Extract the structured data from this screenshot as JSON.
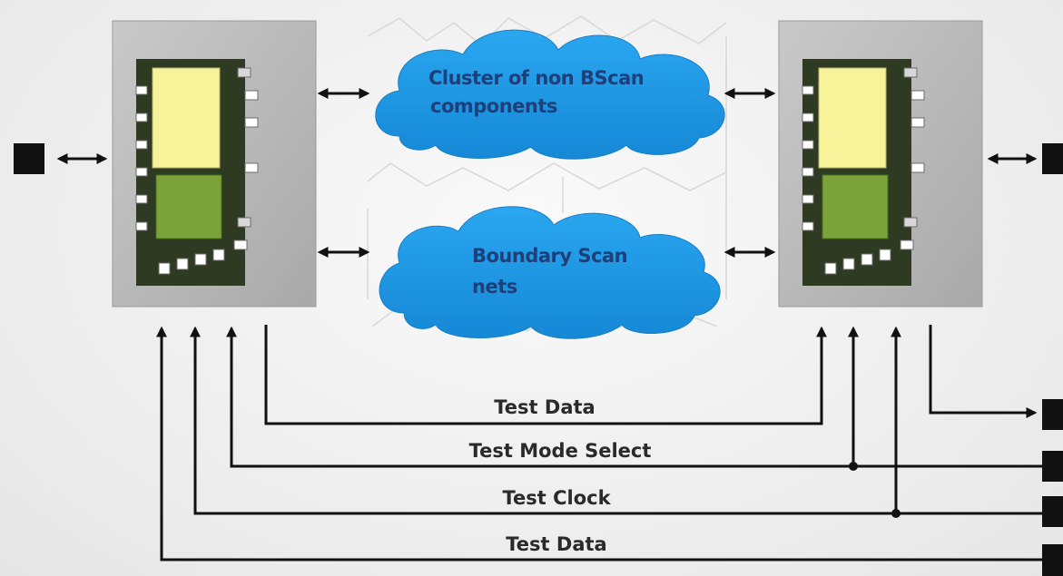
{
  "diagram": {
    "clouds": {
      "cluster": {
        "line1": "Cluster of non BScan",
        "line2": "components"
      },
      "nets": {
        "line1": "Boundary Scan",
        "line2": "nets"
      }
    },
    "signals": {
      "test_data_out": "Test Data",
      "test_mode_select": "Test Mode Select",
      "test_clock": "Test Clock",
      "test_data_in": "Test Data"
    },
    "colors": {
      "cloud": "#1a9be8",
      "chip_panel": "#bdbdbd",
      "die_upper": "#f6f39a",
      "die_lower": "#7aa43a",
      "wire": "#111111"
    }
  }
}
